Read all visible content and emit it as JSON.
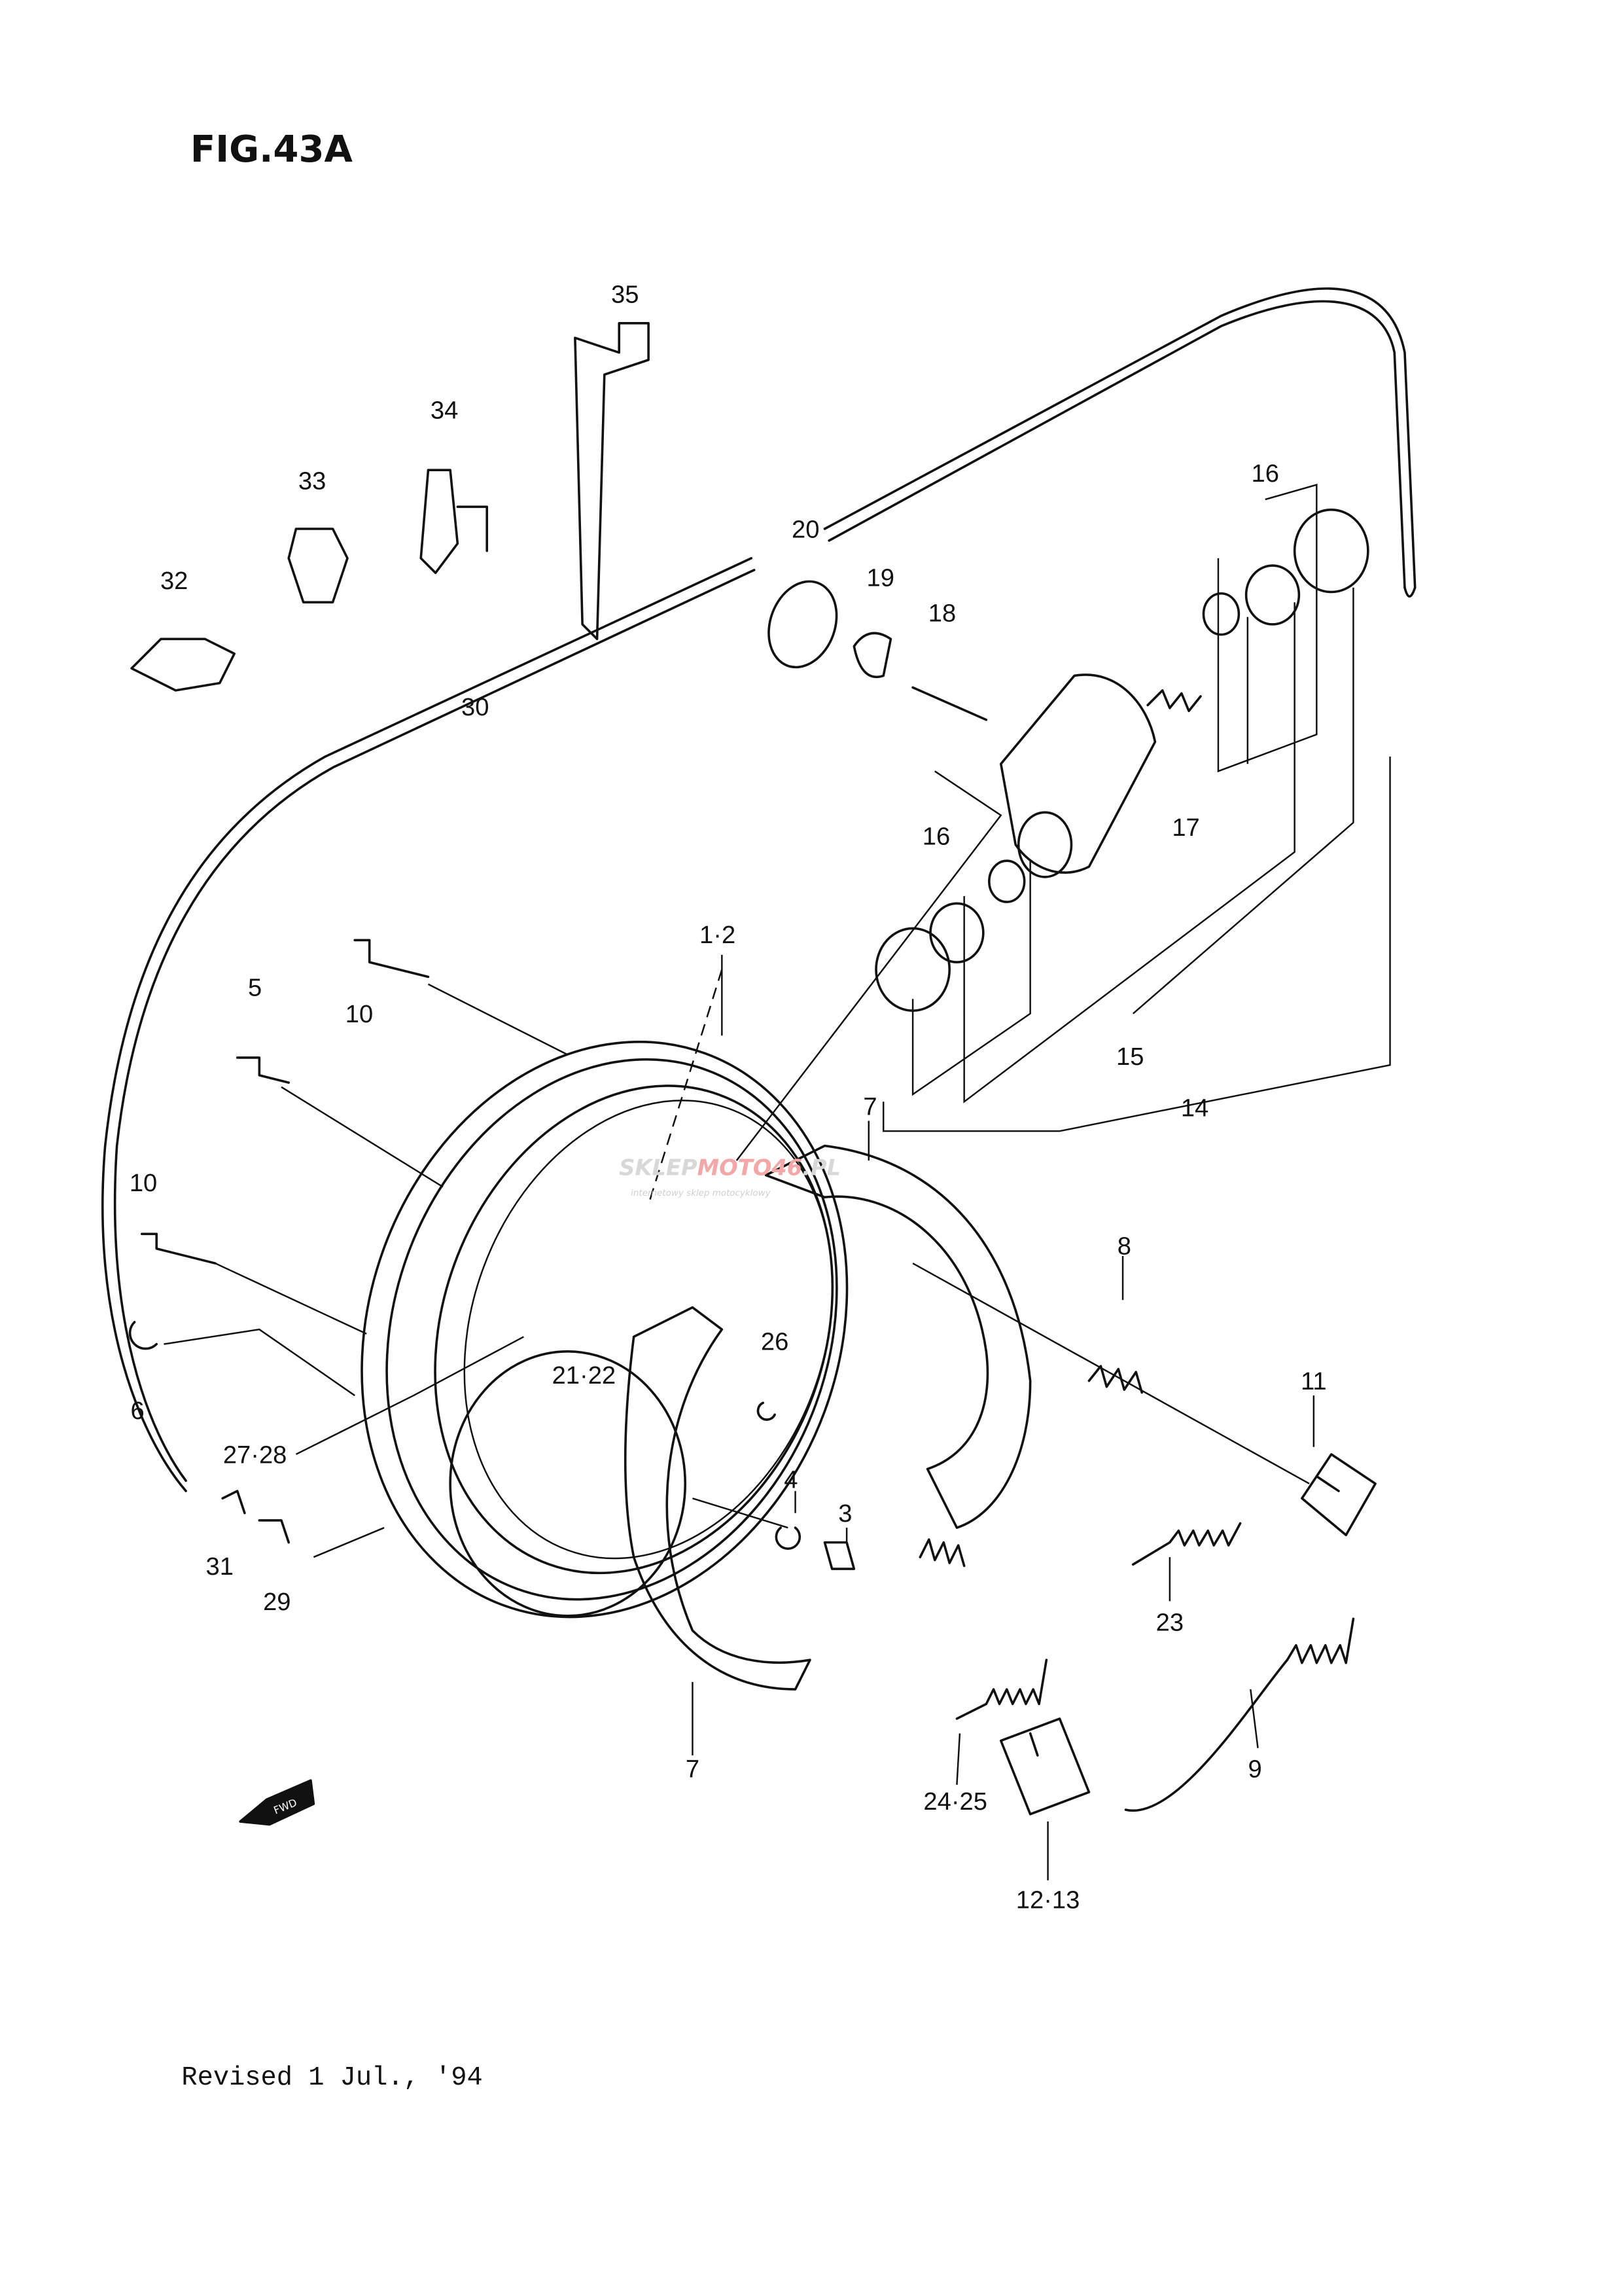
{
  "figure_title": "FIG.43A",
  "revision_note": "Revised 1 Jul., '94",
  "direction_marker": "FWD",
  "watermark": {
    "text_grey": "SKLEP",
    "text_red": "MOTO46",
    "text_suffix": ".PL",
    "tagline": "internetowy sklep motocyklowy"
  },
  "callouts": [
    "35",
    "34",
    "33",
    "32",
    "20",
    "19",
    "18",
    "16",
    "30",
    "17",
    "16",
    "1·2",
    "5",
    "10",
    "15",
    "14",
    "7",
    "10",
    "8",
    "11",
    "26",
    "21·22",
    "6",
    "27·28",
    "4",
    "3",
    "31",
    "29",
    "23",
    "9",
    "7",
    "24·25",
    "12·13"
  ]
}
